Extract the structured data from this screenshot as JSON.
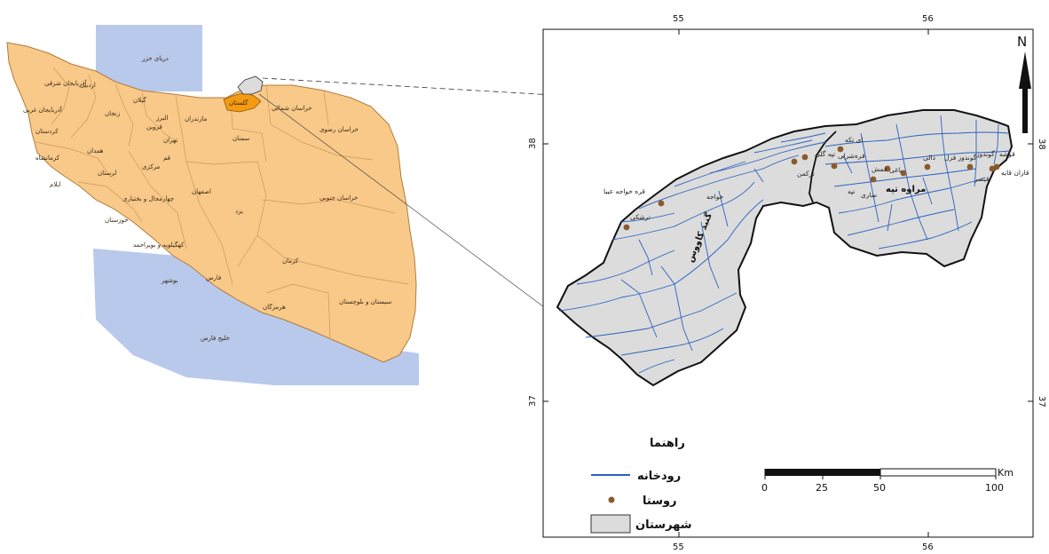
{
  "colors": {
    "iran_fill": "#f9c98a",
    "iran_border": "#b07c3a",
    "water": "#b8c9ec",
    "golestan_highlight": "#f59a12",
    "county_fill": "#dcdcdc",
    "river": "#2a62c0",
    "village": "#8b5a2b"
  },
  "inset_map": {
    "caspian_label": "دریای خزر",
    "gulf_label": "خلیج فارس",
    "provinces": [
      "آذربایجان شرقی",
      "آذربایجان غربی",
      "اردبیل",
      "گیلان",
      "زنجان",
      "کردستان",
      "کرمانشاه",
      "همدان",
      "لرستان",
      "ایلام",
      "خوزستان",
      "قزوین",
      "البرز",
      "تهران",
      "قم",
      "مرکزی",
      "مازندران",
      "گلستان",
      "خراسان شمالی",
      "خراسان رضوی",
      "سمنان",
      "اصفهان",
      "چهارمحال و بختیاری",
      "کهگیلویه و بویراحمد",
      "بوشهر",
      "فارس",
      "یزد",
      "کرمان",
      "خراسان جنوبی",
      "هرمزگان",
      "سیستان و بلوچستان"
    ]
  },
  "main_map": {
    "north_label": "N",
    "ticks": {
      "top": [
        "55",
        "56"
      ],
      "bottom": [
        "55",
        "56"
      ],
      "left": [
        "38",
        "37"
      ],
      "right": [
        "38",
        "37"
      ]
    },
    "county_labels": [
      "گنبد کاووس",
      "مراوه تپه"
    ],
    "villages": [
      "قوشه",
      "گوندوز",
      "گوندوز قزل",
      "دالی",
      "قازان قایه",
      "قیصر",
      "ای تکه",
      "تپه گلی",
      "شرلی",
      "قره",
      "ترکمن",
      "باغی",
      "قمش",
      "ساری",
      "تپه",
      "خواجه",
      "قره خواجه عیبا",
      "ترشکی"
    ]
  },
  "legend": {
    "title": "راهنما",
    "river": "رودخانه",
    "village": "روستا",
    "county": "شهرستان"
  },
  "scalebar": {
    "unit": "Km",
    "labels": [
      "0",
      "25",
      "50",
      "100"
    ]
  }
}
